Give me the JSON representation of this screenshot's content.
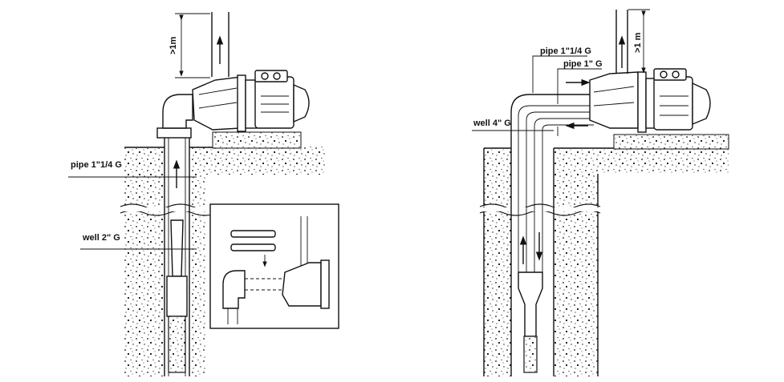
{
  "left_installation": {
    "height_label": ">1m",
    "pipe_label": "pipe 1\"1/4 G",
    "well_label": "well 2\" G"
  },
  "right_installation": {
    "height_label": ">1 m",
    "pipe_outer_label": "pipe 1\"1/4 G",
    "pipe_inner_label": "pipe 1\" G",
    "well_label": "well 4\" G"
  },
  "colors": {
    "line": "#111111",
    "background": "#ffffff"
  }
}
